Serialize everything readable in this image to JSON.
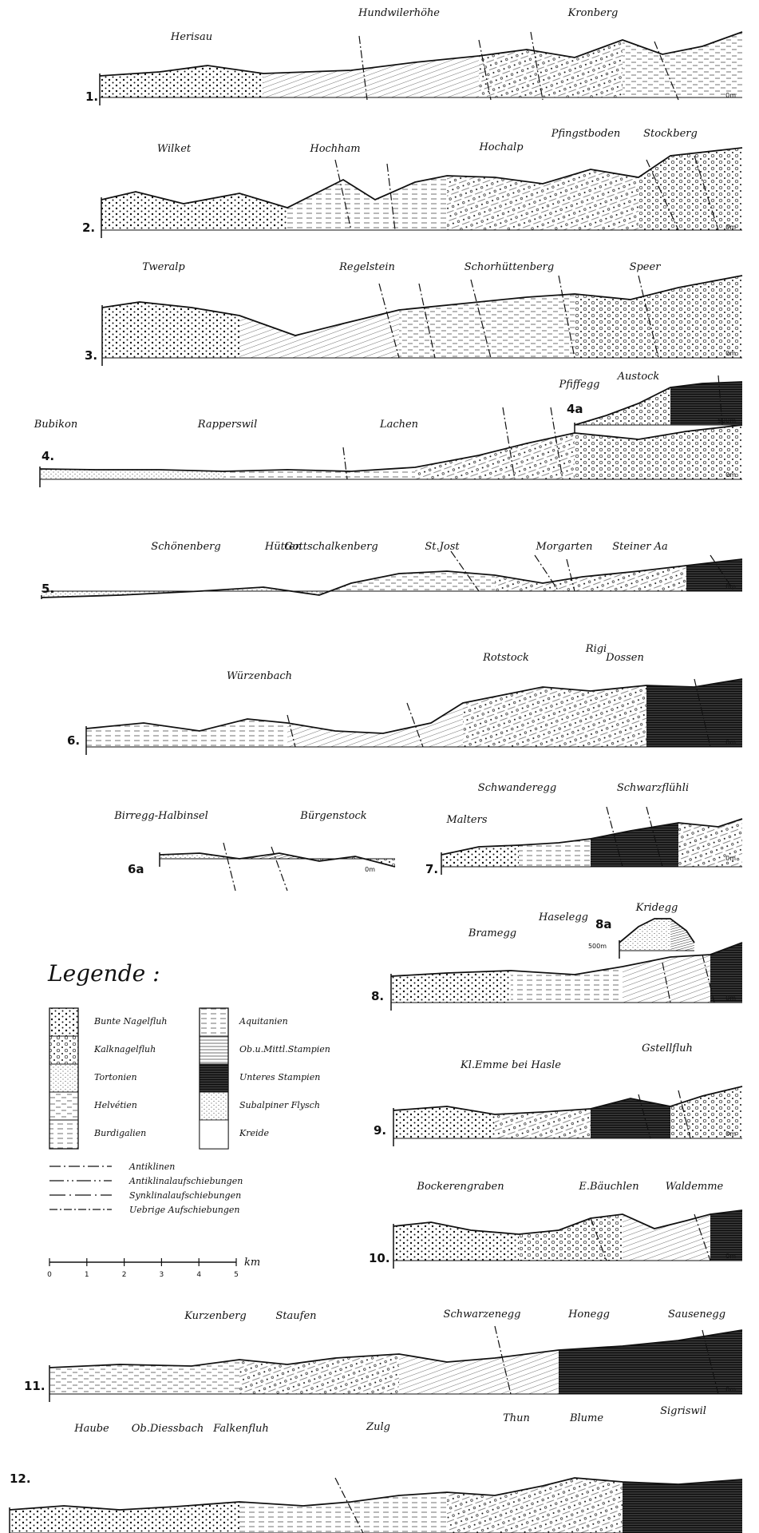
{
  "profiles": [
    {
      "number": "1.",
      "places": [
        "Herisau",
        "Hundwilerhöhe",
        "Kronberg"
      ],
      "scale_label": "0m"
    },
    {
      "number": "2.",
      "places": [
        "Wilket",
        "Hochham",
        "Hochalp",
        "Pfingstboden",
        "Stockberg"
      ],
      "scale_label": "0m"
    },
    {
      "number": "3.",
      "places": [
        "Tweralp",
        "Regelstein",
        "Schorhüttenberg",
        "Speer"
      ],
      "scale_label": "0m"
    },
    {
      "number": "4a",
      "places": [
        "Pfiffegg",
        "Austock"
      ],
      "scale_label": "500m"
    },
    {
      "number": "4.",
      "places": [
        "Bubikon",
        "Rapperswil",
        "Lachen"
      ],
      "scale_label": "0m"
    },
    {
      "number": "5.",
      "places": [
        "Schönenberg",
        "Hütten",
        "Gottschalkenberg",
        "St.Jost",
        "Morgarten",
        "Steiner Aa"
      ],
      "scale_label": "0m"
    },
    {
      "number": "6.",
      "places": [
        "Würzenbach",
        "Rotstock",
        "Rigi",
        "Dossen"
      ],
      "scale_label": "0m"
    },
    {
      "number": "6a",
      "places": [
        "Birregg-Halbinsel",
        "Bürgenstock"
      ],
      "scale_label": "0m"
    },
    {
      "number": "7.",
      "places": [
        "Malters",
        "Schwanderegg",
        "Schwarzflühli"
      ],
      "scale_label": "0m"
    },
    {
      "number": "8a",
      "places": [
        "Haselegg",
        "Kridegg"
      ],
      "scale_label": "500m"
    },
    {
      "number": "8.",
      "places": [
        "Bramegg"
      ],
      "scale_label": "0m"
    },
    {
      "number": "9.",
      "places": [
        "Kl.Emme bei Hasle",
        "Gstellfluh"
      ],
      "scale_label": "0m"
    },
    {
      "number": "10.",
      "places": [
        "Bockerengraben",
        "E.Bäuchlen",
        "Waldemme"
      ],
      "scale_label": "0m"
    },
    {
      "number": "11.",
      "places": [
        "Kurzenberg",
        "Staufen",
        "Schwarzenegg",
        "Honegg",
        "Sausenegg"
      ],
      "scale_label": "0m"
    },
    {
      "number": "12.",
      "places": [
        "Haube",
        "Ob.Diessbach",
        "Falkenfluh",
        "Zulg",
        "Thun",
        "Blume",
        "Sigriswil"
      ],
      "scale_label": ""
    }
  ],
  "legend": {
    "title": "Legende :",
    "left_units": [
      "Bunte Nagelfluh",
      "Kalknagelfluh",
      "Tortonien",
      "Helvétien",
      "Burdigalien"
    ],
    "right_units": [
      "Aquitanien",
      "Ob.u.Mittl.Stampien",
      "Unteres Stampien",
      "Subalpiner Flysch",
      "Kreide"
    ],
    "line_types": [
      "Antiklinen",
      "Antiklinalaufschiebungen",
      "Synklinalaufschiebungen",
      "Uebrige Aufschiebungen"
    ],
    "scale": {
      "ticks": [
        "0",
        "1",
        "2",
        "3",
        "4",
        "5"
      ],
      "unit": "km"
    }
  }
}
